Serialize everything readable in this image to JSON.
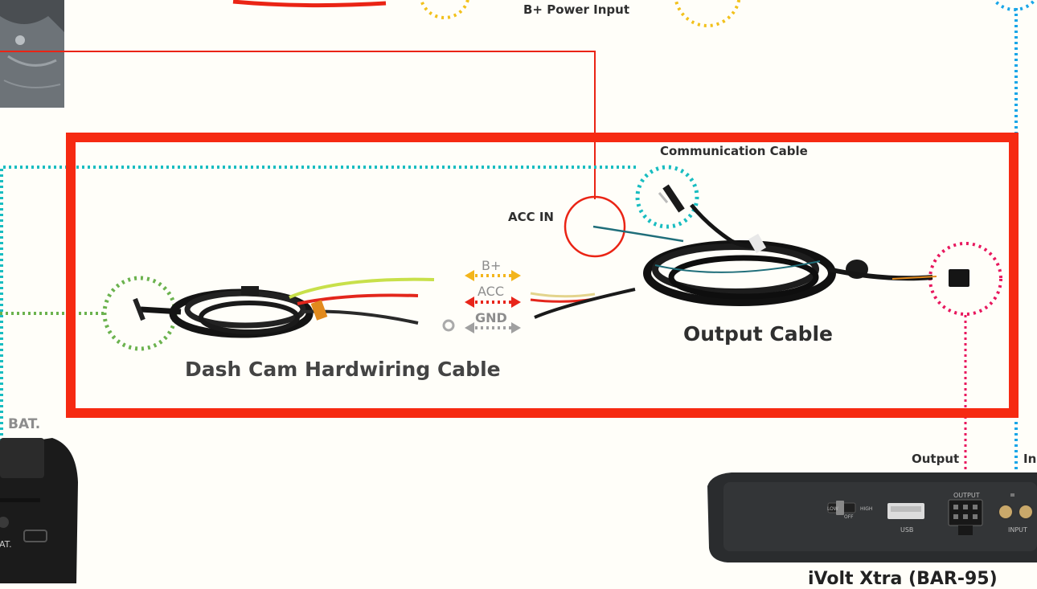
{
  "labels": {
    "b_power_input": "B+ Power Input",
    "communication_cable": "Communication Cable",
    "acc_in": "ACC IN",
    "b_plus": "B+",
    "acc": "ACC",
    "gnd": "GND",
    "output_cable": "Output Cable",
    "dash_cam_hardwiring_cable": "Dash Cam Hardwiring Cable",
    "bat_top": "BAT.",
    "bat_cut": "AT.",
    "output": "Output",
    "input_cut": "In",
    "device_name": "iVolt Xtra (BAR-95)",
    "port_output": "OUTPUT",
    "port_input": "INPUT",
    "port_usb": "USB",
    "switch_low": "LOW",
    "switch_high": "HIGH",
    "switch_off": "OFF"
  },
  "colors": {
    "frame": "#f62a12",
    "acc_line": "#ea2415",
    "teal_dots": "#19bdc1",
    "green_dots": "#6bb24e",
    "pink_dots": "#e8185e",
    "blue_dots": "#1aa6e8",
    "yellow_dots": "#f2c11c",
    "b_plus_arrow": "#f3b51c",
    "acc_arrow": "#e8251a",
    "gnd_arrow": "#a0a0a0"
  }
}
